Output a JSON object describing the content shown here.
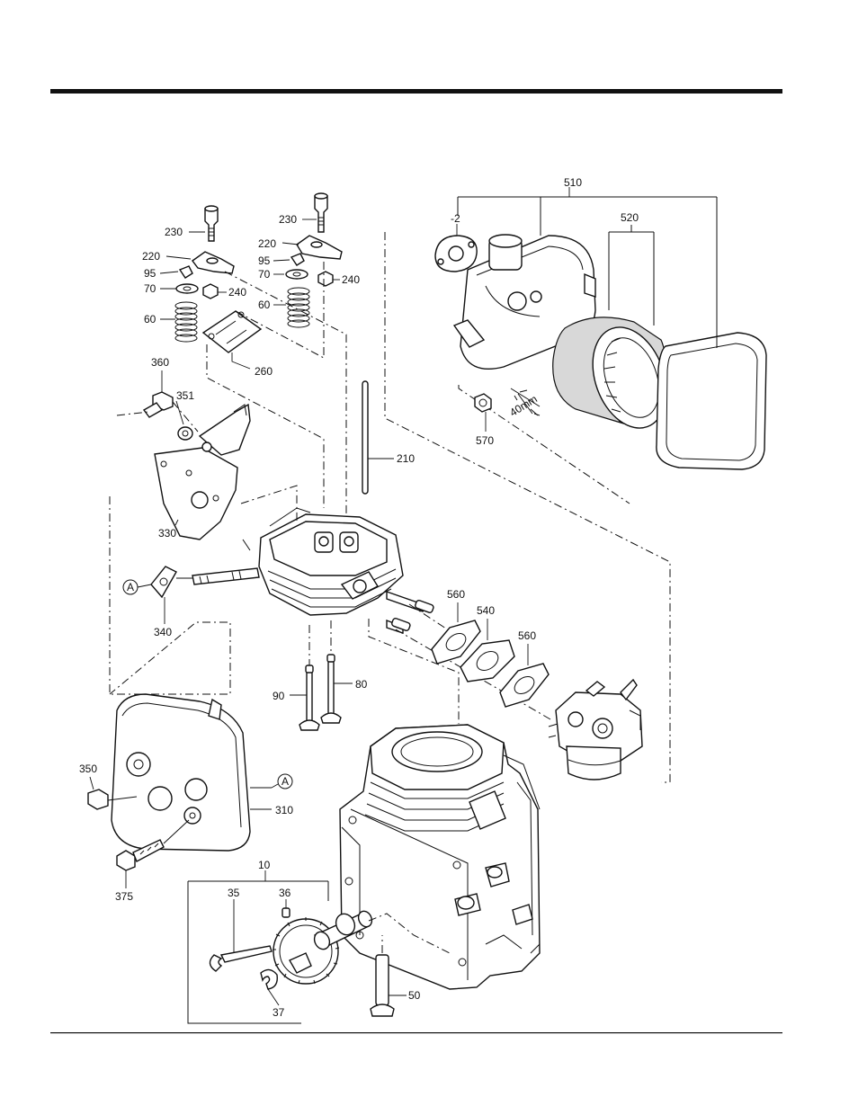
{
  "callouts": {
    "p510": "510",
    "p2": "-2",
    "p520": "520",
    "p570": "570",
    "dim40": "40mm",
    "p230a": "230",
    "p220a": "220",
    "p95a": "95",
    "p70a": "70",
    "p240a": "240",
    "p60a": "60",
    "p230b": "230",
    "p220b": "220",
    "p95b": "95",
    "p70b": "70",
    "p240b": "240",
    "p60b": "60",
    "p260": "260",
    "p360": "360",
    "p351": "351",
    "p330": "330",
    "p210": "210",
    "pA1": "A",
    "p340": "340",
    "p560a": "560",
    "p540": "540",
    "p560b": "560",
    "p90": "90",
    "p80": "80",
    "p350": "350",
    "pA2": "A",
    "p310": "310",
    "p375": "375",
    "p10": "10",
    "p35": "35",
    "p36": "36",
    "p37": "37",
    "p50": "50"
  }
}
